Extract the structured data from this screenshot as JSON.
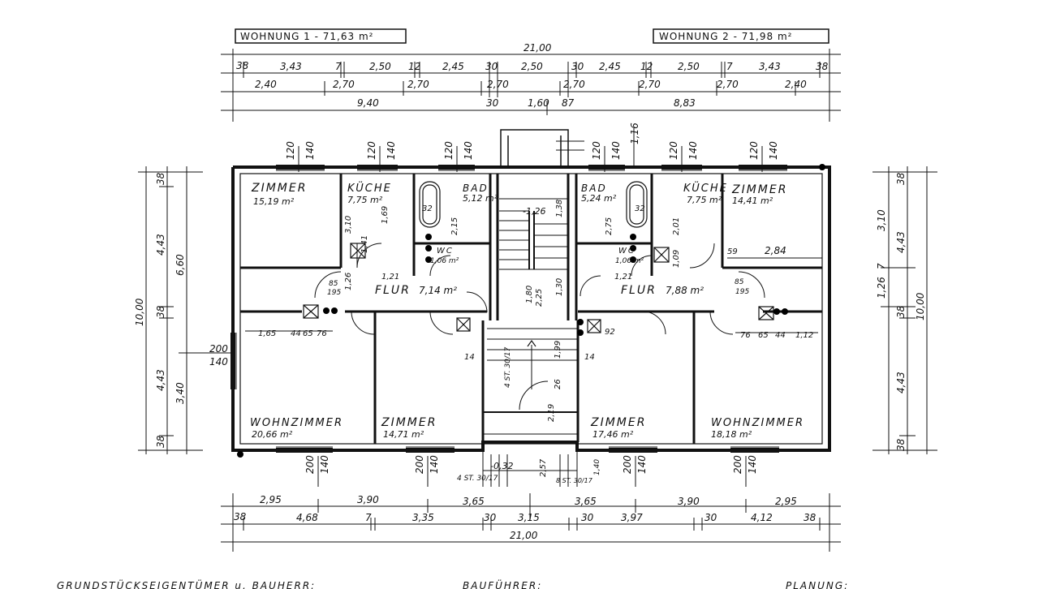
{
  "header": {
    "apartment_1": "WOHNUNG 1 - 71,63 m²",
    "apartment_2": "WOHNUNG 2 - 71,98 m²"
  },
  "dimensions": {
    "total_top": "21,00",
    "total_bottom": "21,00",
    "top_row1": [
      "38",
      "3,43",
      "7",
      "2,50",
      "12",
      "2,45",
      "30",
      "2,50",
      "30",
      "2,45",
      "12",
      "2,50",
      "7",
      "3,43",
      "38"
    ],
    "top_row2": [
      "2,40",
      "2,70",
      "2,70",
      "2,70",
      "2,70",
      "2,70",
      "2,70",
      "2,40"
    ],
    "top_row3": [
      "9,40",
      "30",
      "1,60",
      "87",
      "8,83"
    ],
    "bottom_row1": [
      "2,95",
      "3,90",
      "3,65",
      "3,65",
      "3,90",
      "2,95"
    ],
    "bottom_row2": [
      "38",
      "4,68",
      "7",
      "3,35",
      "30",
      "3,15",
      "30",
      "3,97",
      "30",
      "4,12",
      "38"
    ],
    "left": [
      "10,00",
      "4,43",
      "6,60",
      "38",
      "4,43",
      "3,40",
      "38",
      "38"
    ],
    "right": [
      "10,00",
      "3,10",
      "4,43",
      "7",
      "1,26",
      "38",
      "4,43",
      "38",
      "38"
    ],
    "window_marks": [
      "120",
      "140"
    ],
    "window_side": [
      "200",
      "140"
    ],
    "stair_top": "-1,26",
    "stair_bottom": "-0,32",
    "stair_steps_1": "4 ST. 30/17",
    "stair_steps_2": "4 ST. 30/17",
    "stair_steps_3": "8 ST. 30/17",
    "misc": [
      "1,65",
      "44",
      "65",
      "76",
      "76",
      "65",
      "44",
      "1,12",
      "2,84",
      "59",
      "85",
      "195",
      "1,21",
      "2,15",
      "2,75",
      "2,01",
      "1,69",
      "1,41",
      "1,09",
      "3,10",
      "92",
      "14",
      "14",
      "1,99",
      "2,19",
      "26",
      "2,57",
      "1,30",
      "1,80",
      "2,25",
      "1,38",
      "1,26",
      "32",
      "32",
      "1,40",
      "1,16"
    ]
  },
  "rooms": {
    "zimmer_tl": {
      "name": "ZIMMER",
      "area": "15,19 m²"
    },
    "kueche_l": {
      "name": "KÜCHE",
      "area": "7,75 m²"
    },
    "bad_l": {
      "name": "BAD",
      "area": "5,12 m²"
    },
    "wc_l": {
      "name": "WC",
      "area": "1,06 m²"
    },
    "flur_l": {
      "name": "FLUR",
      "area": "7,14 m²"
    },
    "wohnzimmer_l": {
      "name": "WOHNZIMMER",
      "area": "20,66 m²"
    },
    "zimmer_bl": {
      "name": "ZIMMER",
      "area": "14,71 m²"
    },
    "bad_r": {
      "name": "BAD",
      "area": "5,24 m²"
    },
    "wc_r": {
      "name": "WC",
      "area": "1,06 m²"
    },
    "kueche_r": {
      "name": "KÜCHE",
      "area": "7,75 m²"
    },
    "zimmer_tr": {
      "name": "ZIMMER",
      "area": "14,41 m²"
    },
    "flur_r": {
      "name": "FLUR",
      "area": "7,88 m²"
    },
    "zimmer_br": {
      "name": "ZIMMER",
      "area": "17,46 m²"
    },
    "wohnzimmer_r": {
      "name": "WOHNZIMMER",
      "area": "18,18 m²"
    }
  },
  "footer": {
    "owner": "GRUNDSTÜCKSEIGENTÜMER u. BAUHERR:",
    "contractor": "BAUFÜHRER:",
    "planning": "PLANUNG:"
  }
}
